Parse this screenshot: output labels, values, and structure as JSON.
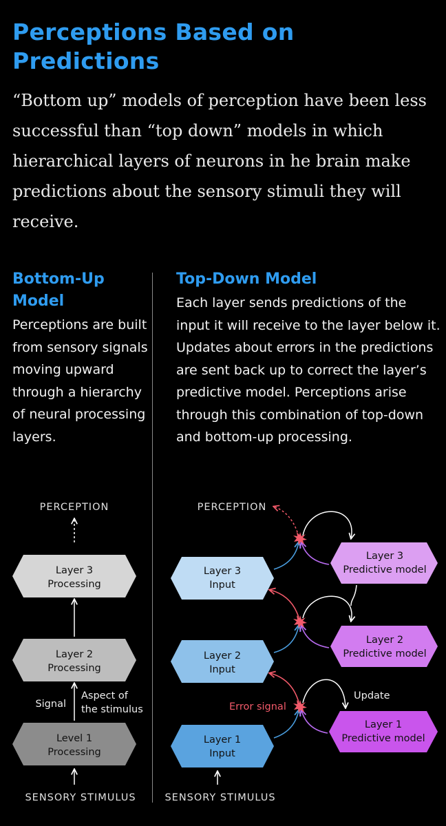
{
  "title": "Perceptions Based on Predictions",
  "intro": "“Bottom up” models of perception have been less successful than “top down” models in which hierarchical layers of neurons in he brain make predictions about the sensory stimuli they will receive.",
  "bottom_up": {
    "heading": "Bottom-Up Model",
    "text": "Perceptions are built from sensory signals moving upward through a hierarchy of neural processing layers.",
    "diagram": {
      "top_label": "PERCEPTION",
      "bottom_label": "SENSORY STIMULUS",
      "layers": [
        {
          "line1": "Layer 3",
          "line2": "Processing",
          "color": "#d6d6d6"
        },
        {
          "line1": "Layer 2",
          "line2": "Processing",
          "color": "#bdbdbd"
        },
        {
          "line1": "Level 1",
          "line2": "Processing",
          "color": "#8c8c8c"
        }
      ],
      "signal_label": "Signal",
      "aspect_label_1": "Aspect of",
      "aspect_label_2": "the stimulus"
    }
  },
  "top_down": {
    "heading": "Top-Down Model",
    "text": "Each layer sends predictions of the input it will receive to the layer below it. Updates about errors in the predictions are sent back up to correct the layer’s predictive model. Perceptions arise through this combination of top-down and bottom-up processing.",
    "diagram": {
      "top_label": "PERCEPTION",
      "bottom_label": "SENSORY STIMULUS",
      "inputs": [
        {
          "line1": "Layer 3",
          "line2": "Input",
          "color": "#bfdcf4"
        },
        {
          "line1": "Layer 2",
          "line2": "Input",
          "color": "#8ec1ea"
        },
        {
          "line1": "Layer 1",
          "line2": "Input",
          "color": "#5aa3df"
        }
      ],
      "models": [
        {
          "line1": "Layer 3",
          "line2": "Predictive model",
          "color": "#dc9ff2"
        },
        {
          "line1": "Layer 2",
          "line2": "Predictive model",
          "color": "#d27cf0"
        },
        {
          "line1": "Layer 1",
          "line2": "Predictive model",
          "color": "#c955ec"
        }
      ],
      "error_label": "Error signal",
      "update_label": "Update"
    }
  },
  "colors": {
    "accent": "#2f9cf0",
    "error": "#f25a6a",
    "predict_arrow": "#b86bf0",
    "input_arrow": "#4a9ee0"
  }
}
